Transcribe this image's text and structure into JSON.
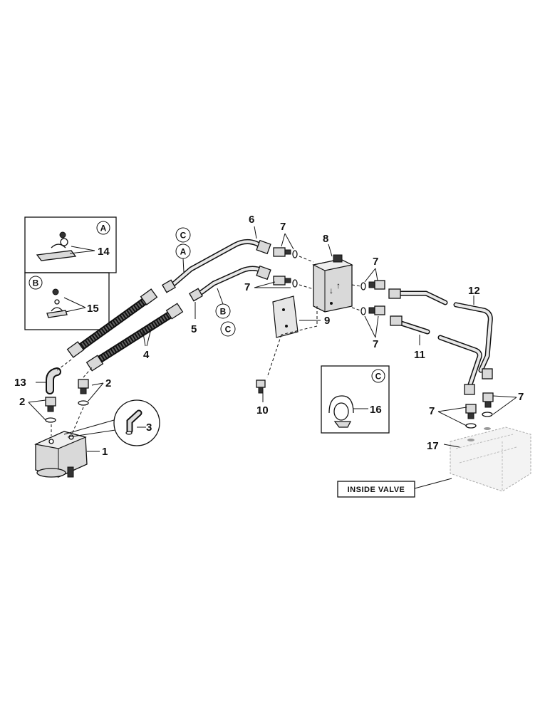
{
  "callouts": {
    "n1": "1",
    "n2a": "2",
    "n2b": "2",
    "n3": "3",
    "n4": "4",
    "n5": "5",
    "n6": "6",
    "n7a": "7",
    "n7b": "7",
    "n7c": "7",
    "n7d": "7",
    "n7e": "7",
    "n7f": "7",
    "n8": "8",
    "n9": "9",
    "n10": "10",
    "n11": "11",
    "n12": "12",
    "n13": "13",
    "n14": "14",
    "n15": "15",
    "n16": "16",
    "n17": "17"
  },
  "circled": {
    "inset_a": "A",
    "inset_b": "B",
    "inset_c": "C",
    "pipe_c_top": "C",
    "pipe_a_top": "A",
    "pipe_b_low": "B",
    "pipe_c_low": "C"
  },
  "inside_valve_label": "INSIDE VALVE"
}
